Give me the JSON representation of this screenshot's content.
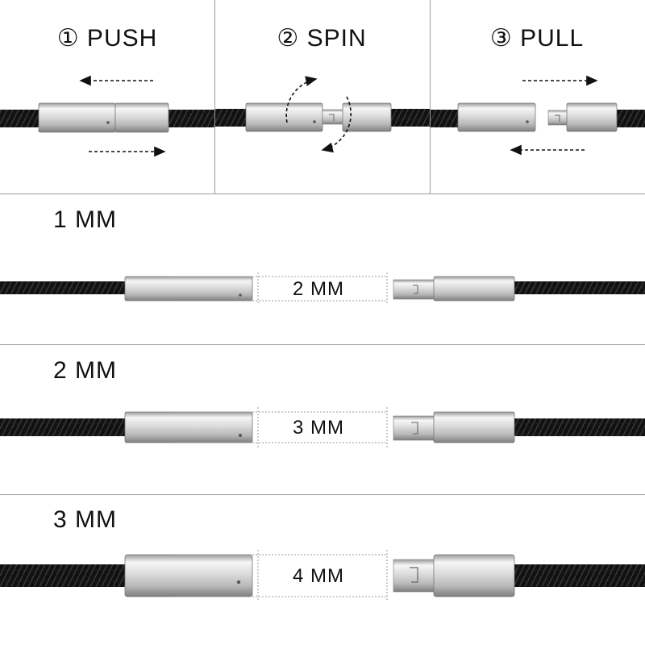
{
  "steps": [
    {
      "label": "① PUSH"
    },
    {
      "label": "② SPIN"
    },
    {
      "label": "③ PULL"
    }
  ],
  "rows": [
    {
      "cord_label": "1 MM",
      "gap_label": "2 MM"
    },
    {
      "cord_label": "2 MM",
      "gap_label": "3 MM"
    },
    {
      "cord_label": "3 MM",
      "gap_label": "4 MM"
    }
  ],
  "colors": {
    "cord": "#111111",
    "metal_light": "#f4f4f4",
    "metal_mid": "#c8c8c8",
    "metal_dark": "#8c8c8c",
    "divider": "#9a9a9a"
  }
}
